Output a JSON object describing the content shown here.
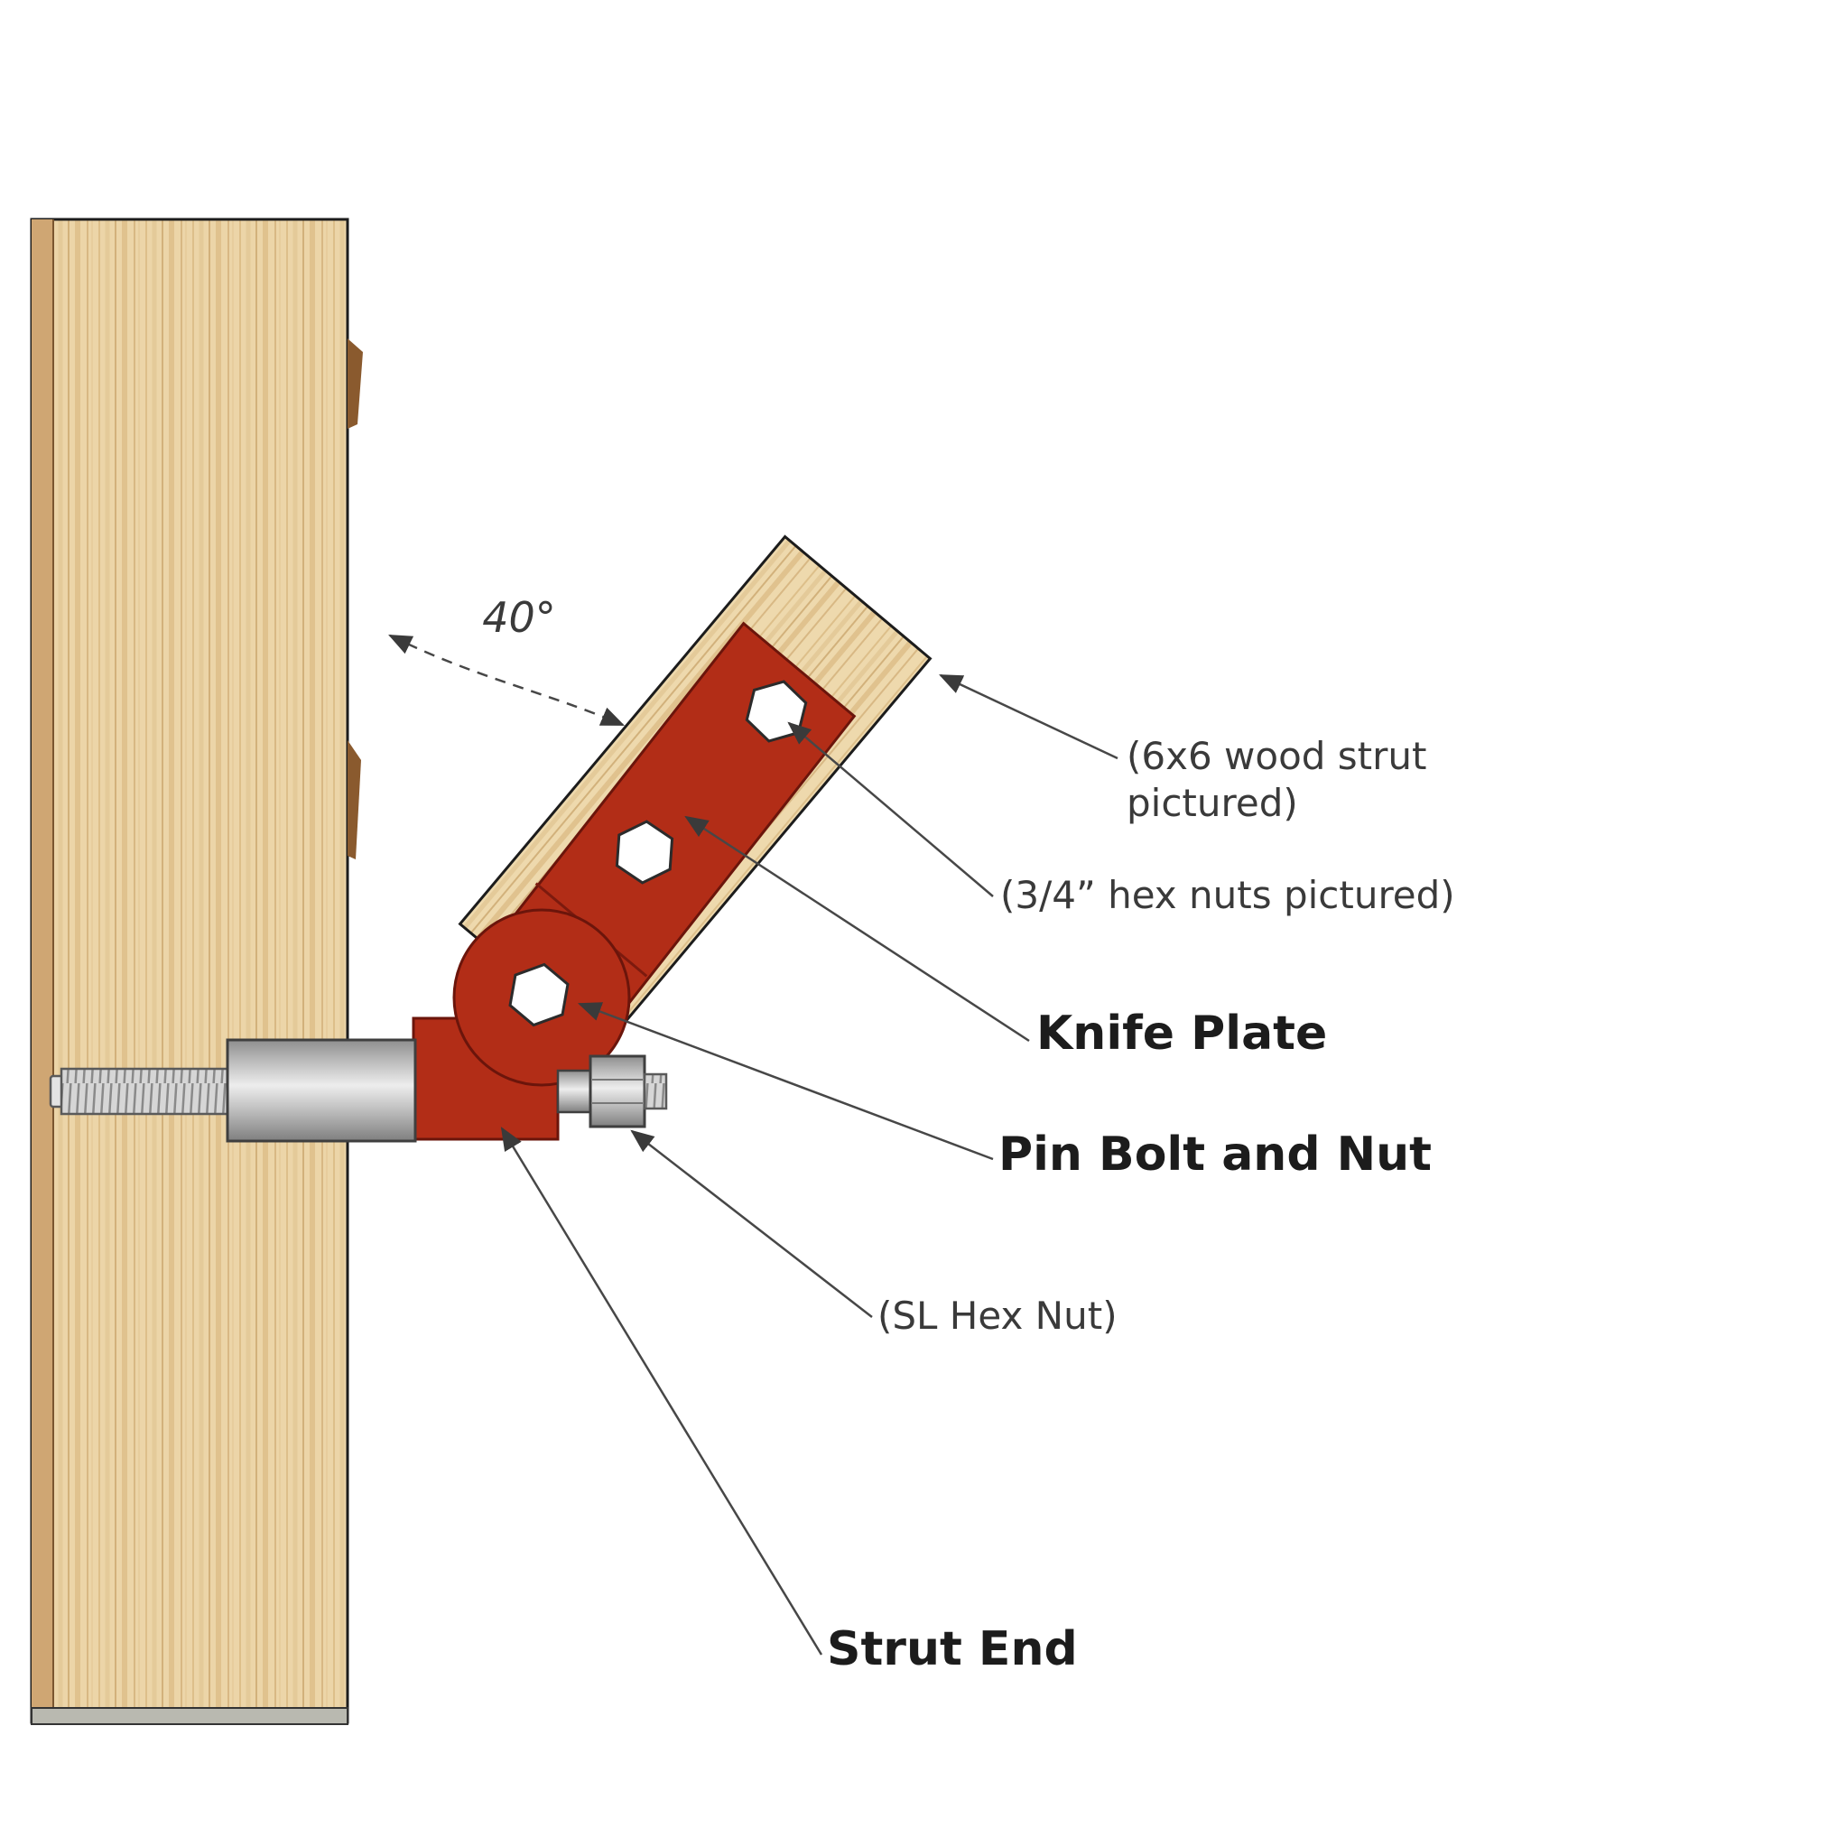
{
  "diagram": {
    "angle_label": "40°",
    "labels": {
      "wood_strut_line1": "(6x6 wood strut",
      "wood_strut_line2": "pictured)",
      "hex_nuts": "(3/4” hex nuts pictured)",
      "knife_plate": "Knife Plate",
      "pin_bolt": "Pin Bolt and Nut",
      "sl_hex_nut": "(SL Hex Nut)",
      "strut_end": "Strut End"
    },
    "colors": {
      "plate_red": "#b22d17",
      "plate_red_outline": "#6b150b",
      "wood_light": "#ecd5a8",
      "metal_gray": "#c8c8c8",
      "leader_gray": "#474747"
    }
  }
}
